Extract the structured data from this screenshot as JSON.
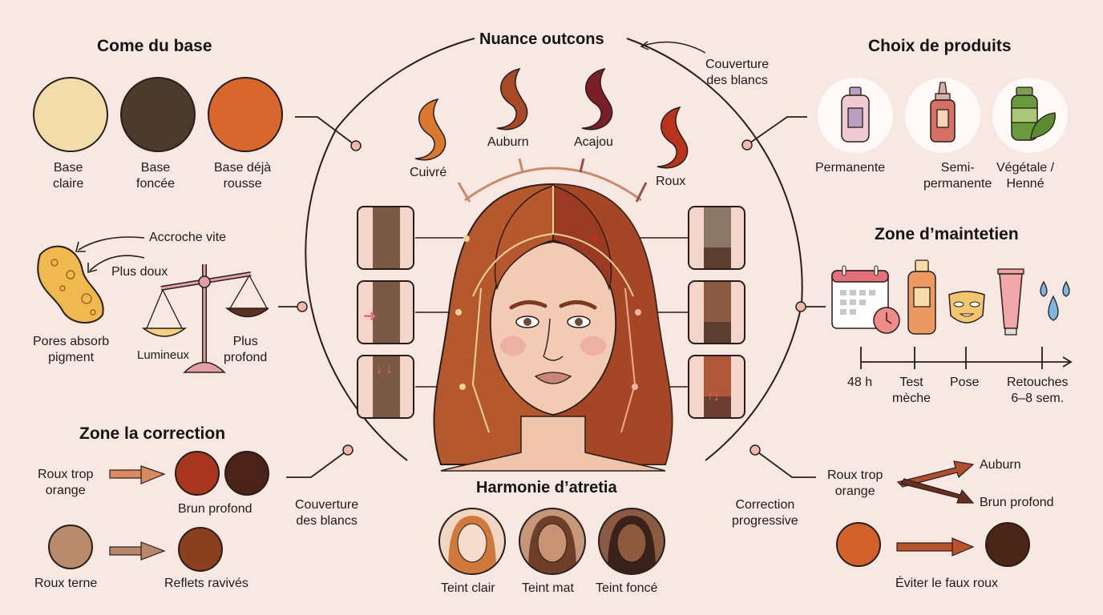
{
  "diagram": {
    "center_title": "Nuance outcons",
    "top_right_note": [
      "Couverture",
      "des blancs"
    ],
    "nuances": [
      {
        "label": "Cuivré",
        "color": "#d9782e"
      },
      {
        "label": "Auburn",
        "color": "#a84a24"
      },
      {
        "label": "Acajou",
        "color": "#7a1f26"
      },
      {
        "label": "Roux",
        "color": "#b8321e"
      }
    ],
    "base_section": {
      "title": "Come du base",
      "items": [
        {
          "label": [
            "Base",
            "claire"
          ],
          "color": "#f1dcaa"
        },
        {
          "label": [
            "Base",
            "foncée"
          ],
          "color": "#4b3b2d"
        },
        {
          "label": [
            "Base déjà",
            "rousse"
          ],
          "color": "#d7672d"
        }
      ]
    },
    "porosity_section": {
      "notes": [
        "Accroche vite",
        "Plus doux"
      ],
      "sponge_label": [
        "Pores absorb",
        "pigment"
      ],
      "scale_left": "Lumineux",
      "scale_right": [
        "Plus",
        "profond"
      ]
    },
    "correction_section": {
      "title": "Zone la correction",
      "row1_from": [
        "Roux trop",
        "orange"
      ],
      "row1_to": "Brun profond",
      "row1_colors": [
        "#a8361f",
        "#4a2218"
      ],
      "row2_from": "Roux terne",
      "row2_to": "Reflets ravivés",
      "row2_colors": [
        "#b98a6b",
        "#8a3f1d"
      ],
      "side_note": [
        "Couverture",
        "des blancs"
      ]
    },
    "products_section": {
      "title": "Choix de produits",
      "items": [
        {
          "label": [
            "Permanente",
            ""
          ],
          "icon": "bottle-permanent-icon"
        },
        {
          "label": [
            "Semi-",
            "permanente"
          ],
          "icon": "bottle-semi-permanent-icon"
        },
        {
          "label": [
            "Végétale /",
            "Henné"
          ],
          "icon": "henna-bottle-leaf-icon"
        }
      ]
    },
    "maintenance_section": {
      "title": "Zone d’maintetien",
      "timeline": [
        {
          "label": [
            "48 h",
            ""
          ]
        },
        {
          "label": [
            "Test",
            "mèche"
          ]
        },
        {
          "label": [
            "Pose",
            ""
          ]
        },
        {
          "label": [
            "Retouches",
            "6–8 sem."
          ]
        }
      ],
      "icons": [
        "calendar-clock-icon",
        "shampoo-bottle-icon",
        "face-mask-icon",
        "cream-tube-icon",
        "water-drops-icon"
      ]
    },
    "harmony_section": {
      "title": "Harmonie d’atretia",
      "items": [
        {
          "label": "Teint clair",
          "skin": "#f6dccb",
          "hair": "#cf7a3c",
          "bg": "#f2d6c4"
        },
        {
          "label": "Teint mat",
          "skin": "#c99272",
          "hair": "#6e3f28",
          "bg": "#c4977b"
        },
        {
          "label": "Teint foncé",
          "skin": "#8d5a3e",
          "hair": "#3a2119",
          "bg": "#8b5a42"
        }
      ]
    },
    "right_correction_section": {
      "side_note": [
        "Correction",
        "progressive"
      ],
      "from": [
        "Roux trop",
        "orange"
      ],
      "to_top": "Auburn",
      "to_bottom": "Brun profond",
      "bottom_label": "Éviter le faux roux",
      "colors": [
        "#d2622a",
        "#4a2619"
      ]
    },
    "colors": {
      "background": "#f8e8e3",
      "line": "#2a1d18",
      "node": "#f1b9ad"
    }
  }
}
